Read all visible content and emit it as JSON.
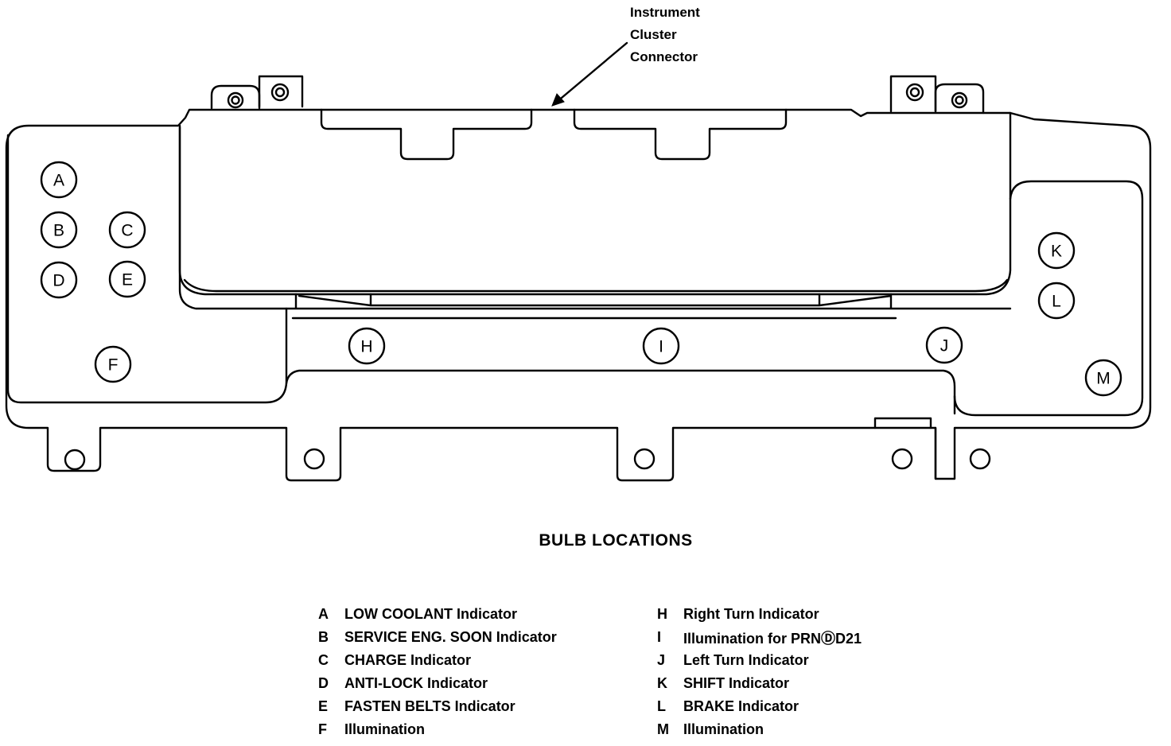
{
  "callout": {
    "lines": [
      "Instrument",
      "Cluster",
      "Connector"
    ]
  },
  "title": "BULB LOCATIONS",
  "bulbs": {
    "A": "A",
    "B": "B",
    "C": "C",
    "D": "D",
    "E": "E",
    "F": "F",
    "H": "H",
    "I": "I",
    "J": "J",
    "K": "K",
    "L": "L",
    "M": "M"
  },
  "legend": {
    "left": [
      {
        "key": "A",
        "text": "LOW COOLANT Indicator"
      },
      {
        "key": "B",
        "text": "SERVICE ENG. SOON Indicator"
      },
      {
        "key": "C",
        "text": "CHARGE Indicator"
      },
      {
        "key": "D",
        "text": "ANTI-LOCK Indicator"
      },
      {
        "key": "E",
        "text": "FASTEN BELTS Indicator"
      },
      {
        "key": "F",
        "text": "Illumination"
      }
    ],
    "right": [
      {
        "key": "H",
        "text": "Right Turn Indicator"
      },
      {
        "key": "I",
        "text": "Illumination for PRNⒹD21"
      },
      {
        "key": "J",
        "text": "Left Turn Indicator"
      },
      {
        "key": "K",
        "text": "SHIFT Indicator"
      },
      {
        "key": "L",
        "text": "BRAKE Indicator"
      },
      {
        "key": "M",
        "text": "Illumination"
      }
    ]
  }
}
